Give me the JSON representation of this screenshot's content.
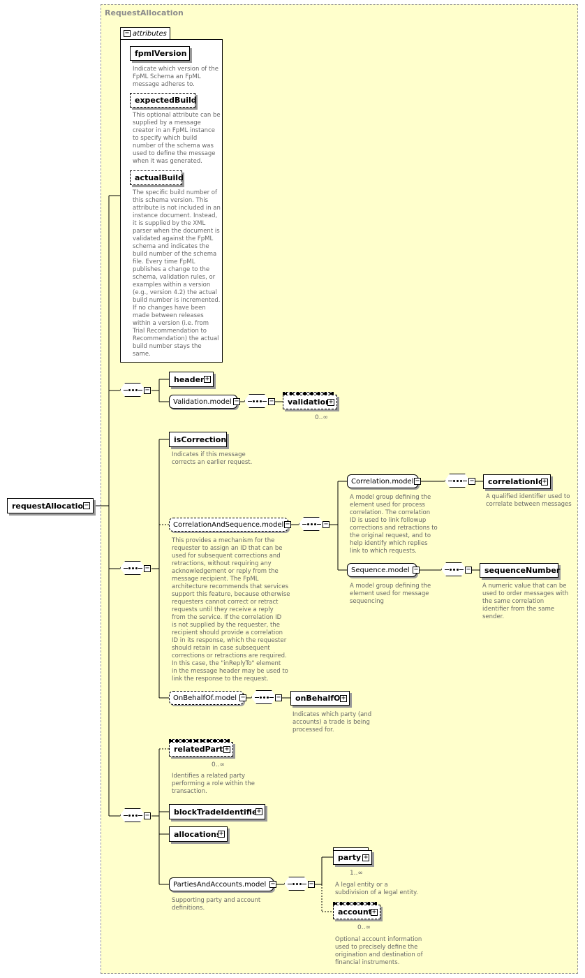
{
  "diagram": {
    "title": "RequestAllocation",
    "root": "requestAllocation",
    "attributes_tab": "attributes",
    "attributes": [
      {
        "name": "fpmlVersion",
        "desc": "Indicate which version of the\nFpML Schema an FpML\nmessage adheres to."
      },
      {
        "name": "expectedBuild",
        "desc": "This optional attribute can be\nsupplied by a message\ncreator in an FpML instance\nto specify which build\nnumber of the schema was\nused to define the message\nwhen it was generated."
      },
      {
        "name": "actualBuild",
        "desc": "The specific build number of\nthis schema version. This\nattribute is not included in an\ninstance document. Instead,\nit is supplied by the XML\nparser when the document is\nvalidated against the FpML\nschema and indicates the\nbuild number of the schema\nfile. Every time FpML\npublishes a change to the\nschema, validation rules, or\nexamples within a version\n(e.g., version 4.2) the actual\nbuild number is incremented.\nIf no changes have been\nmade between releases\nwithin a version (i.e. from\nTrial Recommendation to\nRecommendation) the actual\nbuild number stays the\nsame."
      }
    ],
    "nodes": {
      "header": "header",
      "validation_model": "Validation.model",
      "validation": "validation",
      "validation_card": "0..∞",
      "isCorrection": "isCorrection",
      "isCorrection_desc": "Indicates if this message\ncorrects an earlier request.",
      "corrSeq_model": "CorrelationAndSequence.model",
      "corrSeq_desc": "This provides a mechanism for the\nrequester to assign an ID that can be\nused for subsequent corrections and\nretractions, without requiring any\nacknowledgement or reply from the\nmessage recipient. The FpML\narchitecture recommends that services\nsupport this feature, because otherwise\nrequesters cannot correct or retract\nrequests until they receive a reply\nfrom the service. If the correlation ID\nis not supplied by the requester, the\nrecipient should provide a correlation\nID in its response, which the requester\nshould retain in case subsequent\ncorrections or retractions are required.\nIn this case, the \"inReplyTo\" element\nin the message header may be used to\nlink the response to the request.",
      "correlation_model": "Correlation.model",
      "correlation_desc": "A model group defining the\nelement used for process\ncorrelation. The correlation\nID is used to link followup\ncorrections and retractions to\nthe original request, and to\nhelp identify which replies\nlink to which requests.",
      "correlationId": "correlationId",
      "correlationId_desc": "A qualified identifier used to\ncorrelate between messages",
      "sequence_model": "Sequence.model",
      "sequence_desc": "A model group defining the\nelement used for message\nsequencing",
      "sequenceNumber": "sequenceNumber",
      "sequenceNumber_desc": "A numeric value that can be\nused to order messages with\nthe same correlation\nidentifier from the same\nsender.",
      "onBehalfOf_model": "OnBehalfOf.model",
      "onBehalfOf": "onBehalfOf",
      "onBehalfOf_desc": "Indicates which party (and\naccounts) a trade is being\nprocessed for.",
      "relatedParty": "relatedParty",
      "relatedParty_card": "0..∞",
      "relatedParty_desc": "Identifies a related party\nperforming a role within the\ntransaction.",
      "blockTradeIdentifier": "blockTradeIdentifier",
      "allocations": "allocations",
      "partiesAccounts_model": "PartiesAndAccounts.model",
      "partiesAccounts_desc": "Supporting party and account\ndefinitions.",
      "party": "party",
      "party_card": "1..∞",
      "party_desc": "A legal entity or a\nsubdivision of a legal entity.",
      "account": "account",
      "account_card": "0..∞",
      "account_desc": "Optional account information\nused to precisely define the\norigination and destination of\nfinancial instruments."
    }
  }
}
